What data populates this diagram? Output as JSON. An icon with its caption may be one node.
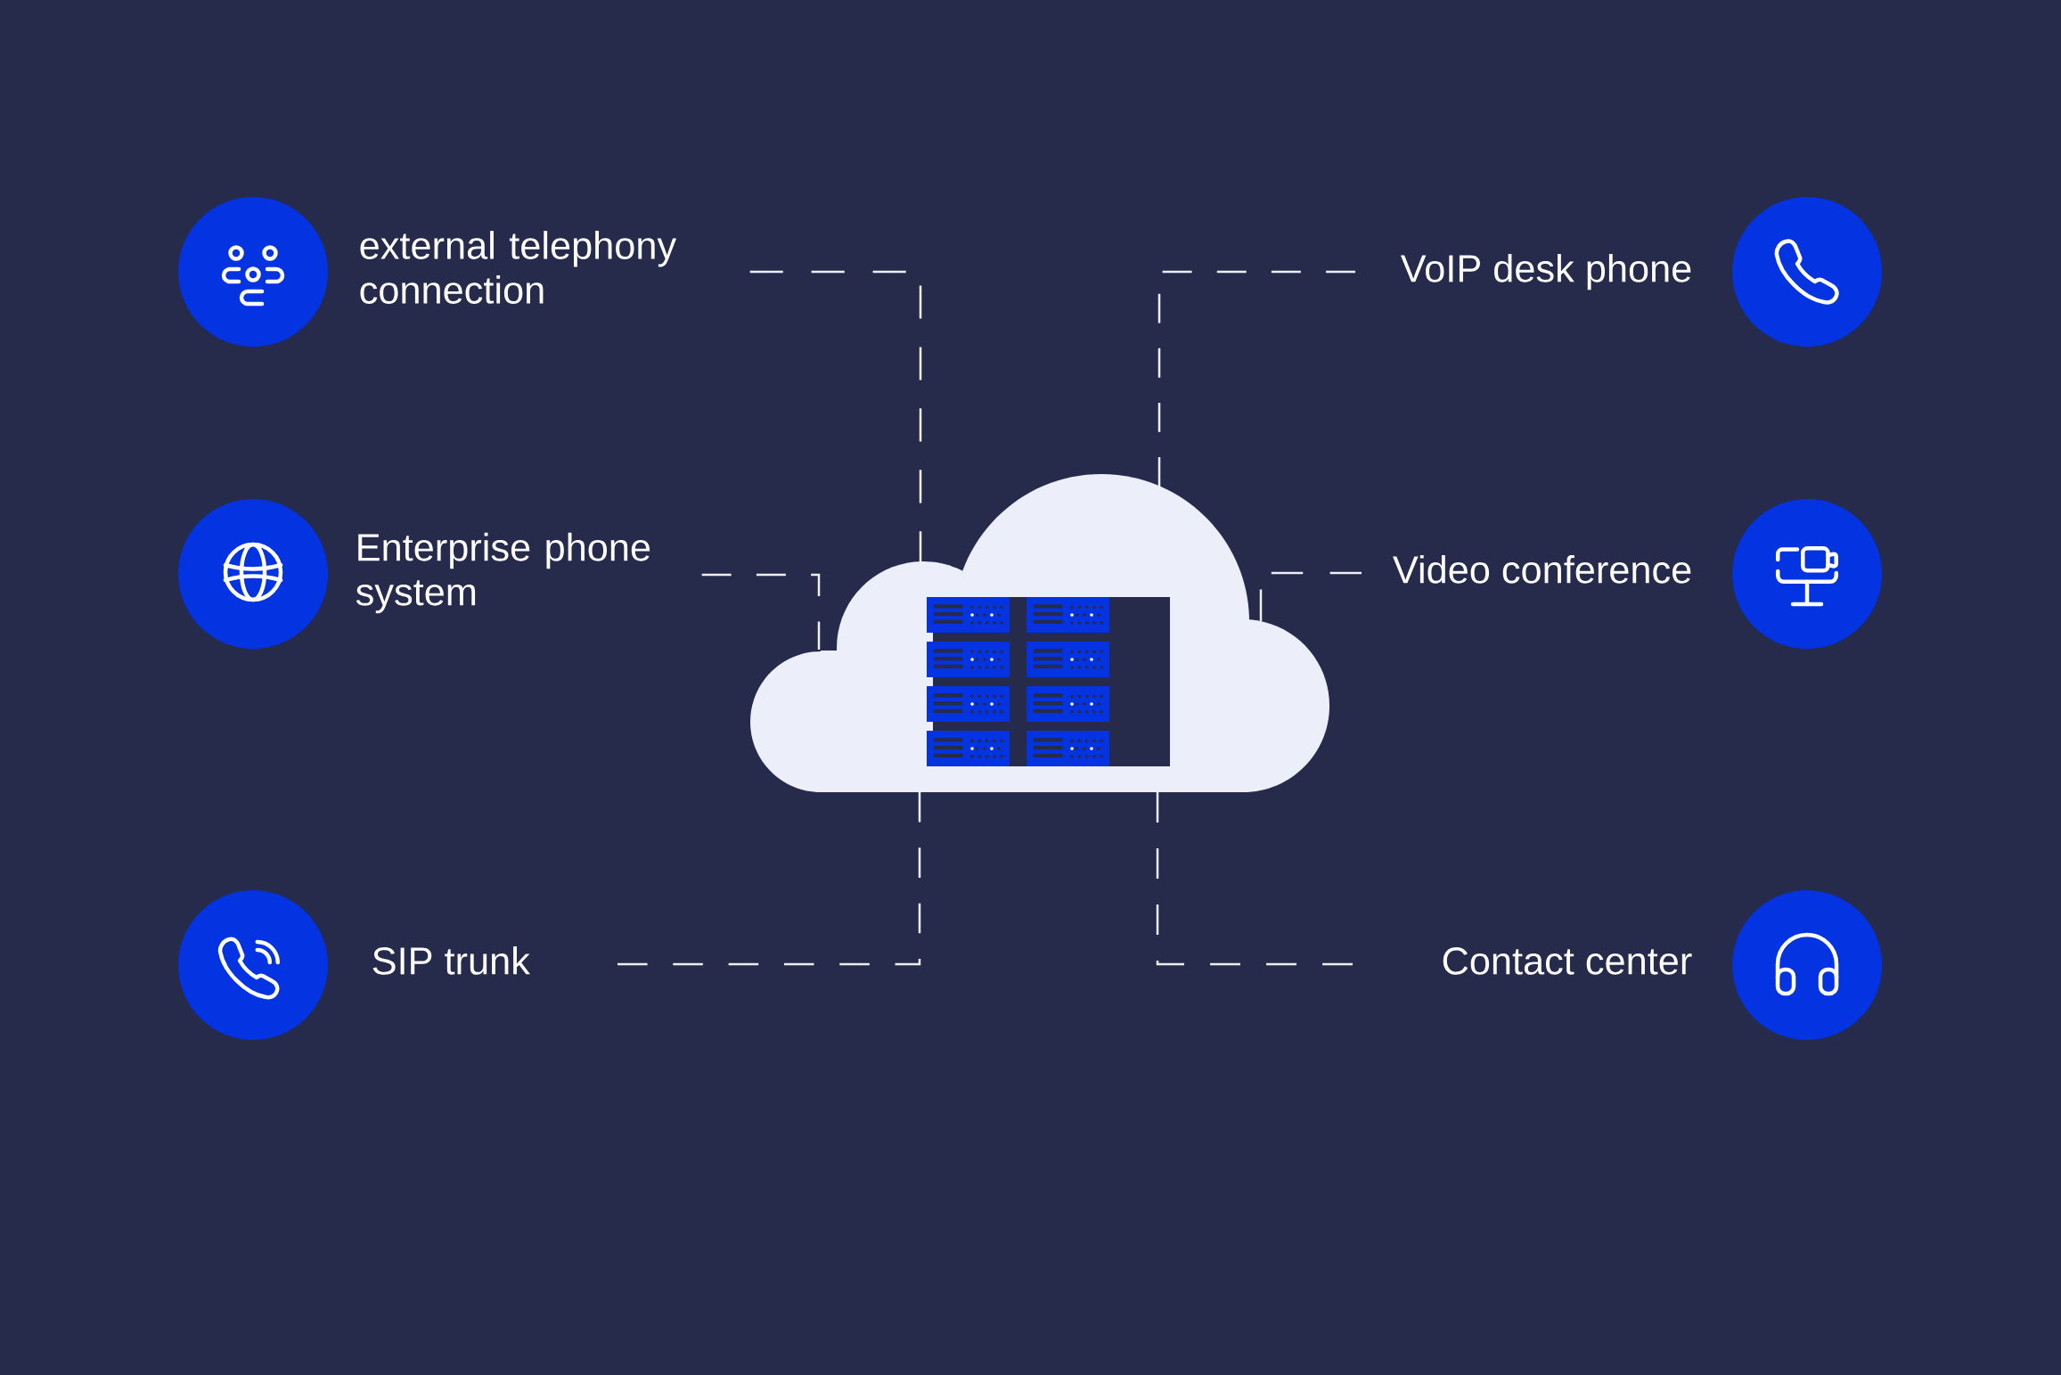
{
  "diagram": {
    "nodes": [
      {
        "text": [
          "external telephony connection"
        ]
      },
      {
        "text": [
          "VoIP desk phone"
        ]
      },
      {
        "text": [
          "Enterprise phone system"
        ]
      },
      {
        "text": [],
        "shape": "cloud"
      },
      {
        "text": [
          "Video conference"
        ]
      },
      {
        "text": [
          "SIP trunk"
        ]
      },
      {
        "text": [
          "Contact center"
        ]
      }
    ],
    "edges": [
      {
        "from": 0,
        "to": 3,
        "arrow": "none",
        "style": "dashed"
      },
      {
        "from": 1,
        "to": 3,
        "arrow": "none",
        "style": "dashed"
      },
      {
        "from": 2,
        "to": 3,
        "arrow": "none",
        "style": "dashed"
      },
      {
        "from": 4,
        "to": 3,
        "arrow": "none",
        "style": "dashed"
      },
      {
        "from": 5,
        "to": 3,
        "arrow": "none",
        "style": "dashed"
      },
      {
        "from": 6,
        "to": 3,
        "arrow": "none",
        "style": "dashed"
      }
    ]
  }
}
